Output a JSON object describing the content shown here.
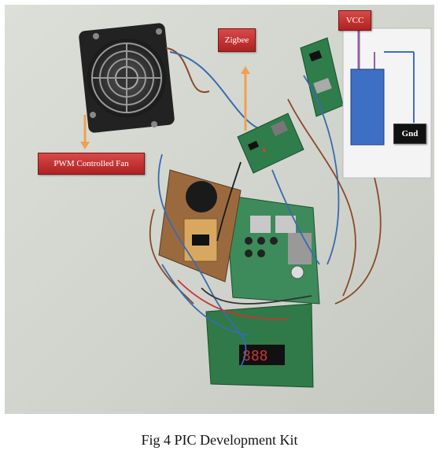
{
  "labels": {
    "fan": "PWM Controlled Fan",
    "zigbee": "Zigbee",
    "vcc": "VCC",
    "gnd": "Gnd"
  },
  "caption": "Fig 4 PIC Development Kit",
  "colors": {
    "label_red": "#c03030",
    "label_black": "#111111",
    "wall": "#d3d6cf",
    "arrow_orange": "#f0a050",
    "board_green": "#2e7d4a",
    "beaker_blue": "#3d6fc4"
  }
}
